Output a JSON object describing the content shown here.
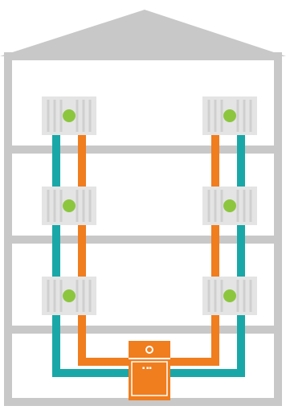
{
  "colors": {
    "structure": "#c8c8c8",
    "background": "#ffffff",
    "radiator_fill": "#e4e4e4",
    "radiator_fin": "#cfcfcf",
    "radiator_indicator": "#8cc63f",
    "return_pipe": "#1aa7a7",
    "supply_pipe": "#f07d1e",
    "boiler": "#f07d1e",
    "boiler_details": "#ffffff"
  },
  "house": {
    "floors": 4,
    "radiator_columns": [
      "left",
      "right"
    ],
    "radiator_rows": 3
  },
  "icons": [
    "house-outline",
    "radiator-icon",
    "boiler-icon",
    "pipe-loop"
  ]
}
